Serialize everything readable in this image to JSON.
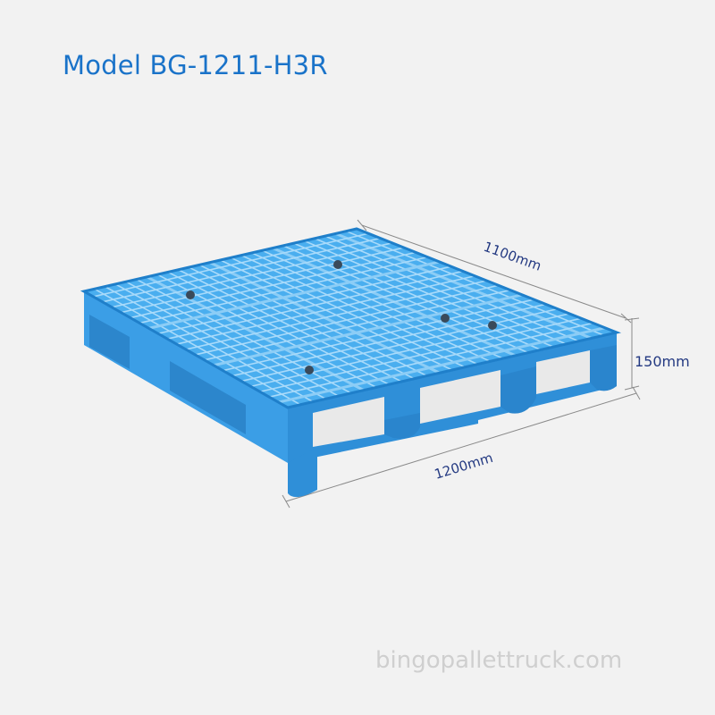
{
  "title": "Model BG-1211-H3R",
  "dimensions": {
    "width_label": "1100mm",
    "height_label": "150mm",
    "length_label": "1200mm"
  },
  "watermark": "bingopallettruck.com",
  "colors": {
    "title": "#1a73c9",
    "pallet": "#3fa6ea",
    "pallet_dark": "#1f82cc",
    "dimension_text": "#243a82",
    "background": "#f2f2f2"
  }
}
